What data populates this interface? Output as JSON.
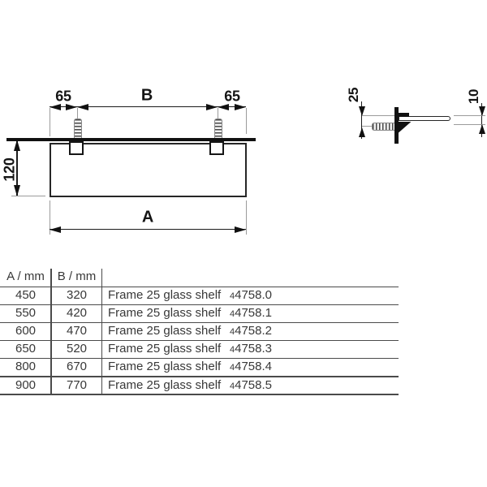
{
  "drawing": {
    "front": {
      "offset_left": "65",
      "span_b": "B",
      "offset_right": "65",
      "height": "120",
      "width_a": "A"
    },
    "side": {
      "mount_offset": "25",
      "glass_thickness": "10"
    }
  },
  "table": {
    "headers": {
      "col_a": "A / mm",
      "col_b": "B / mm"
    },
    "rows": [
      {
        "a": "450",
        "b": "320",
        "name": "Frame 25 glass shelf",
        "art_prefix": "4",
        "art_number": "4758.0"
      },
      {
        "a": "550",
        "b": "420",
        "name": "Frame 25 glass shelf",
        "art_prefix": "4",
        "art_number": "4758.1"
      },
      {
        "a": "600",
        "b": "470",
        "name": "Frame 25 glass shelf",
        "art_prefix": "4",
        "art_number": "4758.2"
      },
      {
        "a": "650",
        "b": "520",
        "name": "Frame 25 glass shelf",
        "art_prefix": "4",
        "art_number": "4758.3"
      },
      {
        "a": "800",
        "b": "670",
        "name": "Frame 25 glass shelf",
        "art_prefix": "4",
        "art_number": "4758.4"
      },
      {
        "a": "900",
        "b": "770",
        "name": "Frame 25 glass shelf",
        "art_prefix": "4",
        "art_number": "4758.5"
      }
    ]
  },
  "colors": {
    "geometry_line": "#1b1b1b",
    "witness_line": "#9b9b9b",
    "table_line": "#4a4a4a",
    "text": "#383838"
  }
}
